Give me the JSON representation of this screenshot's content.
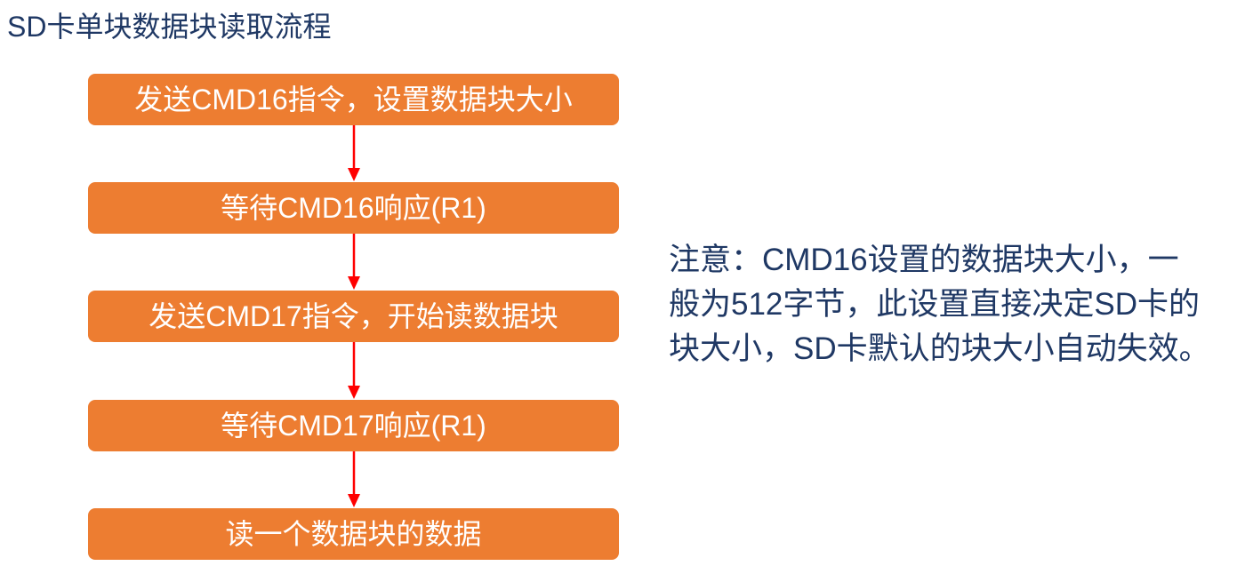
{
  "title": "SD卡单块数据块读取流程",
  "flow": {
    "steps": [
      {
        "label": "发送CMD16指令，设置数据块大小"
      },
      {
        "label": "等待CMD16响应(R1)"
      },
      {
        "label": "发送CMD17指令，开始读数据块"
      },
      {
        "label": "等待CMD17响应(R1)"
      },
      {
        "label": "读一个数据块的数据"
      }
    ]
  },
  "note": {
    "lines": [
      "注意：CMD16设置的数据块大小，一",
      "般为512字节，此设置直接决定SD卡的",
      "块大小，SD卡默认的块大小自动失效。"
    ]
  },
  "colors": {
    "title": "#1f3864",
    "box": "#ed7d31",
    "box_text": "#ffffff",
    "arrow": "#ff0000",
    "note": "#1f3864"
  }
}
